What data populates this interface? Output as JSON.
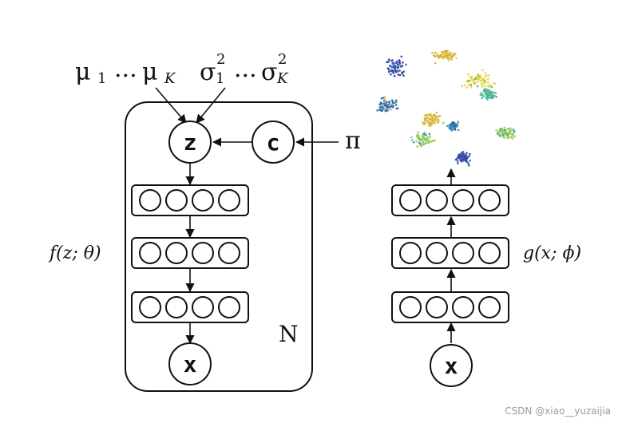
{
  "generative_model": {
    "mu_first": "μ",
    "mu_first_sub": "1",
    "mu_ellipsis": "...",
    "mu_last": "μ",
    "mu_last_sub": "K",
    "sigma_first": "σ",
    "sigma_first_sub": "1",
    "sigma_first_sup": "2",
    "sigma_ellipsis": "...",
    "sigma_last": "σ",
    "sigma_last_sub": "K",
    "sigma_last_sup": "2",
    "latent_node": "z",
    "cluster_node": "c",
    "prior_symbol": "π",
    "output_node": "x",
    "plate_label": "N",
    "decoder_label": "f(z; θ)"
  },
  "inference_model": {
    "input_node": "x",
    "encoder_label": "g(x; ϕ)"
  },
  "cluster_colors": [
    "#3a4aa8",
    "#2f6fb8",
    "#d4b24a",
    "#e8d640",
    "#4bb3a0",
    "#7fc27a",
    "#9ccc5a",
    "#3c9db5"
  ],
  "watermark": "CSDN @xiao__yuzaijia"
}
